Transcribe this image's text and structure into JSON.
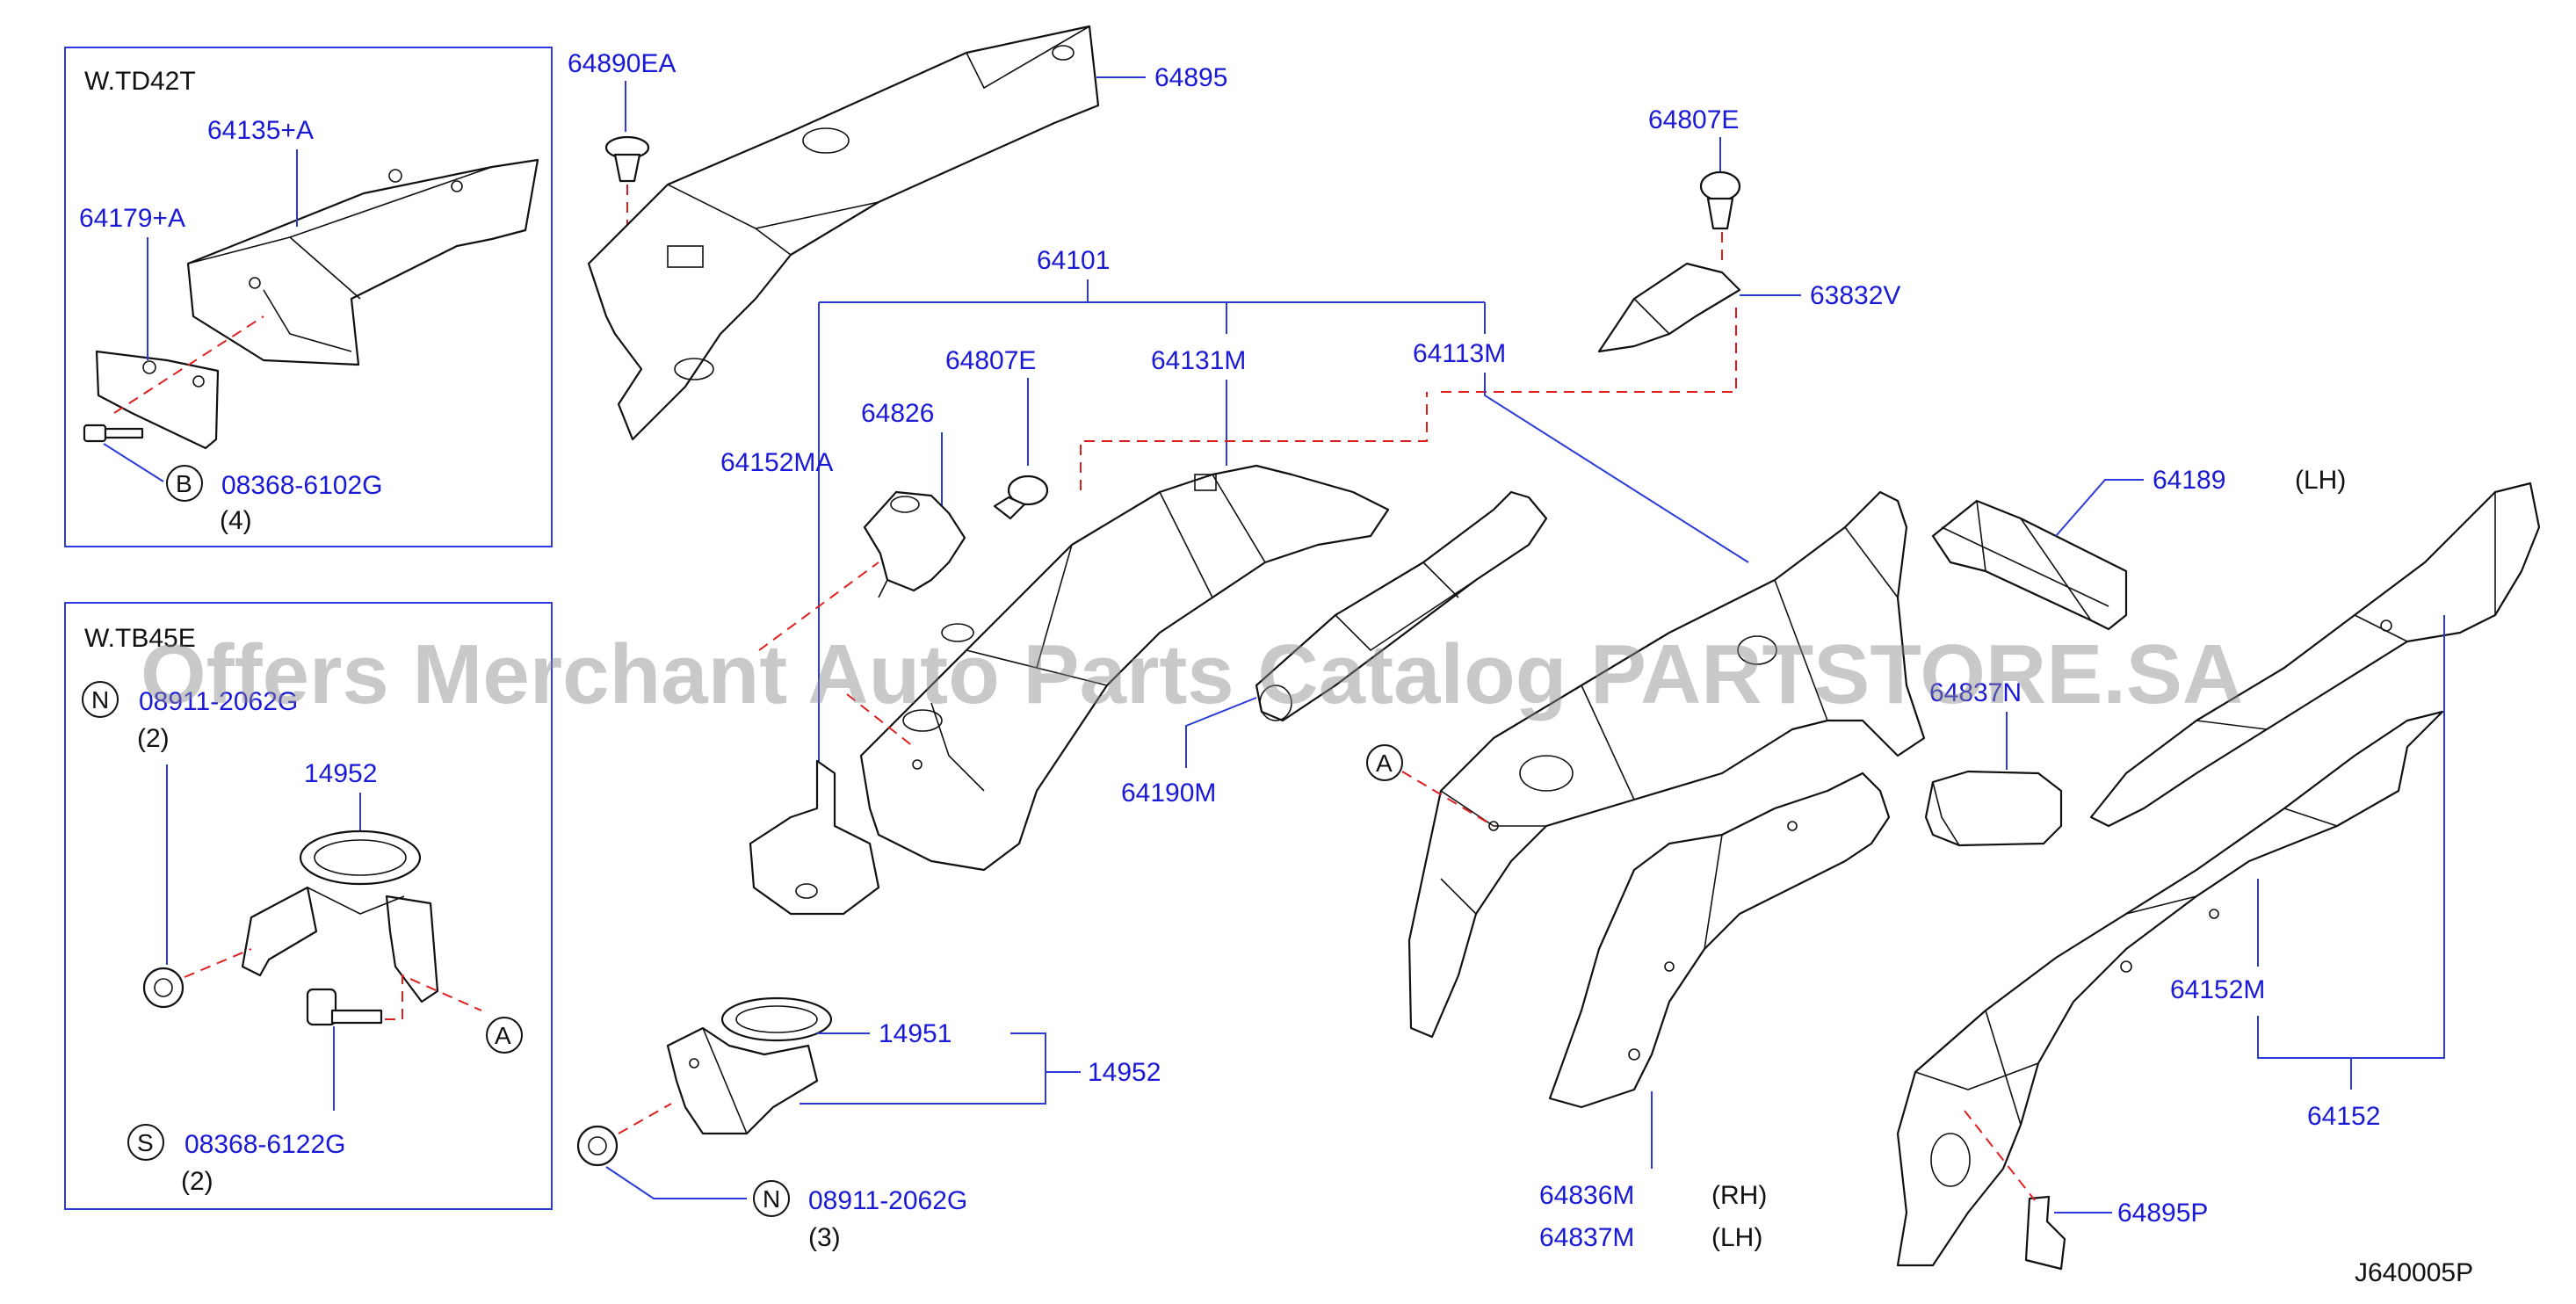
{
  "watermark": "Offers Merchant Auto Parts Catalog PARTSTORE.SA",
  "diagram_id": "J640005P",
  "inset_td42t": {
    "title": "W.TD42T",
    "labels": {
      "p64135": "64135+A",
      "p64179": "64179+A",
      "bolt": "08368-6102G",
      "bolt_qty": "(4)",
      "marker": "B"
    }
  },
  "inset_tb45e": {
    "title": "W.TB45E",
    "labels": {
      "nut": "08911-2062G",
      "nut_qty": "(2)",
      "bracket": "14952",
      "screw": "08368-6122G",
      "screw_qty": "(2)",
      "marker_n": "N",
      "marker_s": "S",
      "marker_a": "A"
    }
  },
  "main_labels": {
    "p64890EA": "64890EA",
    "p64895": "64895",
    "p64807E_top": "64807E",
    "p63832V": "63832V",
    "p64101": "64101",
    "p64807E": "64807E",
    "p64131M": "64131M",
    "p64113M": "64113M",
    "p64826": "64826",
    "p64152MA": "64152MA",
    "p64189": "64189",
    "p64189_side": "(LH)",
    "p64190M": "64190M",
    "p64837N": "64837N",
    "marker_a": "A",
    "p14951": "14951",
    "p14952": "14952",
    "nut": "08911-2062G",
    "nut_qty": "(3)",
    "marker_n": "N",
    "p64152M": "64152M",
    "p64152": "64152",
    "p64836M": "64836M",
    "p64836M_side": "(RH)",
    "p64837M": "64837M",
    "p64837M_side": "(LH)",
    "p64895P": "64895P"
  },
  "colors": {
    "label": "#1a1ad6",
    "leader": "#2a3bd8",
    "dashed": "#e02020",
    "ink": "#111111"
  }
}
